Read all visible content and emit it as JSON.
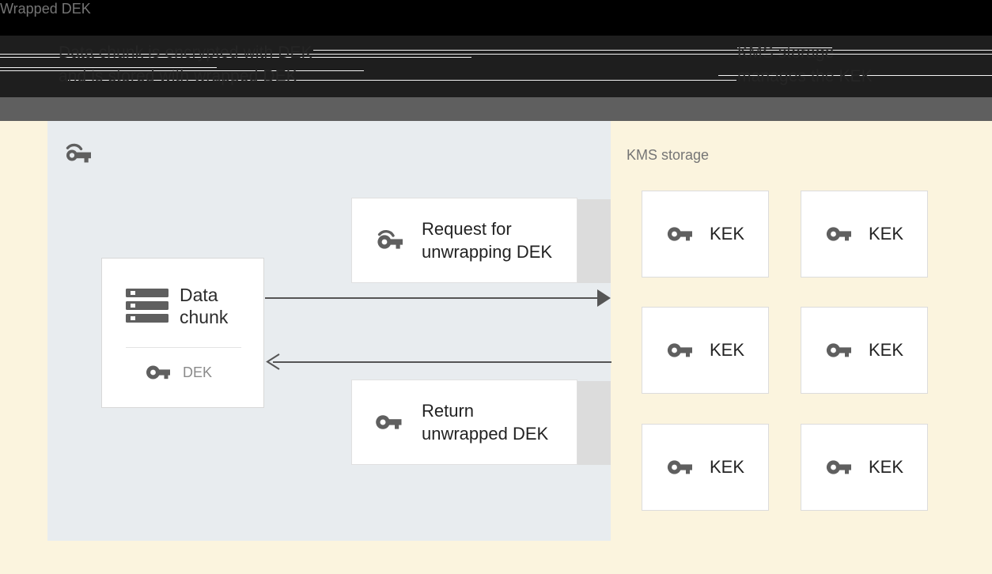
{
  "header": {
    "left_text": "Data chunk is encrypted with DEK\nand is stored with wrapped DEK",
    "right_text": "KMS storage\nmanages the KEK"
  },
  "left_panel": {
    "title": "Wrapped DEK",
    "title_icon": "wrapped-key-icon",
    "background_color": "#e8ecef",
    "data_chunk_card": {
      "icon": "storage-stack-icon",
      "label": "Data\nchunk",
      "key_icon": "key-icon",
      "key_label": "DEK"
    },
    "messages": [
      {
        "icon": "wrapped-key-icon",
        "label": "Request for\nunwrapping DEK"
      },
      {
        "icon": "key-icon",
        "label": "Return\nunwrapped DEK"
      }
    ],
    "arrows": [
      {
        "name": "request-arrow",
        "direction": "right"
      },
      {
        "name": "return-arrow",
        "direction": "left"
      }
    ]
  },
  "right_panel": {
    "title": "KMS storage",
    "background_color": "#fbf4de",
    "kek_boxes": [
      {
        "icon": "key-icon",
        "label": "KEK"
      },
      {
        "icon": "key-icon",
        "label": "KEK"
      },
      {
        "icon": "key-icon",
        "label": "KEK"
      },
      {
        "icon": "key-icon",
        "label": "KEK"
      },
      {
        "icon": "key-icon",
        "label": "KEK"
      },
      {
        "icon": "key-icon",
        "label": "KEK"
      }
    ]
  }
}
